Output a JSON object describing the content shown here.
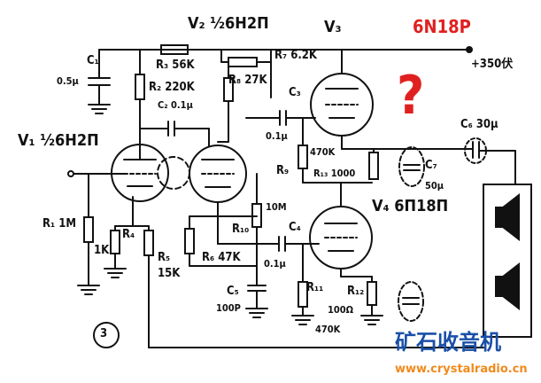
{
  "title": {
    "v2": "V₂ ½6H2П",
    "v3": "V₃",
    "alt_tube": "6N18P",
    "question": "?"
  },
  "labels": {
    "c1": "C₁",
    "c1_val": "0.5μ",
    "r3": "R₃ 56K",
    "r2": "R₂ 220K",
    "c2": "C₂ 0.1μ",
    "r7": "R₇ 6.2K",
    "r8": "R₈ 27K",
    "c3": "C₃",
    "c3_val": "0.1μ",
    "b_plus": "+350伏",
    "v1": "V₁ ½6H2П",
    "r9": "R₉",
    "r9_val": "470K",
    "r13": "R₁₃ 1000",
    "c6": "C₆ 30μ",
    "c7": "C₇",
    "c7_val": "50μ",
    "v4": "V₄ 6П18П",
    "r1": "R₁ 1M",
    "r4": "R₄",
    "r4_val": "1K",
    "r5": "R₅",
    "r5_val": "15K",
    "r6": "R₆ 47K",
    "r10": "R₁₀",
    "r10_val": "10M",
    "c4": "C₄",
    "c4_val": "0.1μ",
    "c5": "C₅",
    "c5_val": "100P",
    "r11": "R₁₁",
    "r11_val": "470K",
    "r12": "R₁₂",
    "r12_val": "100Ω",
    "figure_no": "3"
  },
  "watermark": {
    "brand": "矿石收音机",
    "url": "www.crystalradio.cn"
  },
  "colors": {
    "ink": "#111111",
    "accent": "#e02020",
    "brand_blue": "#1a4fa8",
    "brand_orange": "#f08a1c"
  }
}
